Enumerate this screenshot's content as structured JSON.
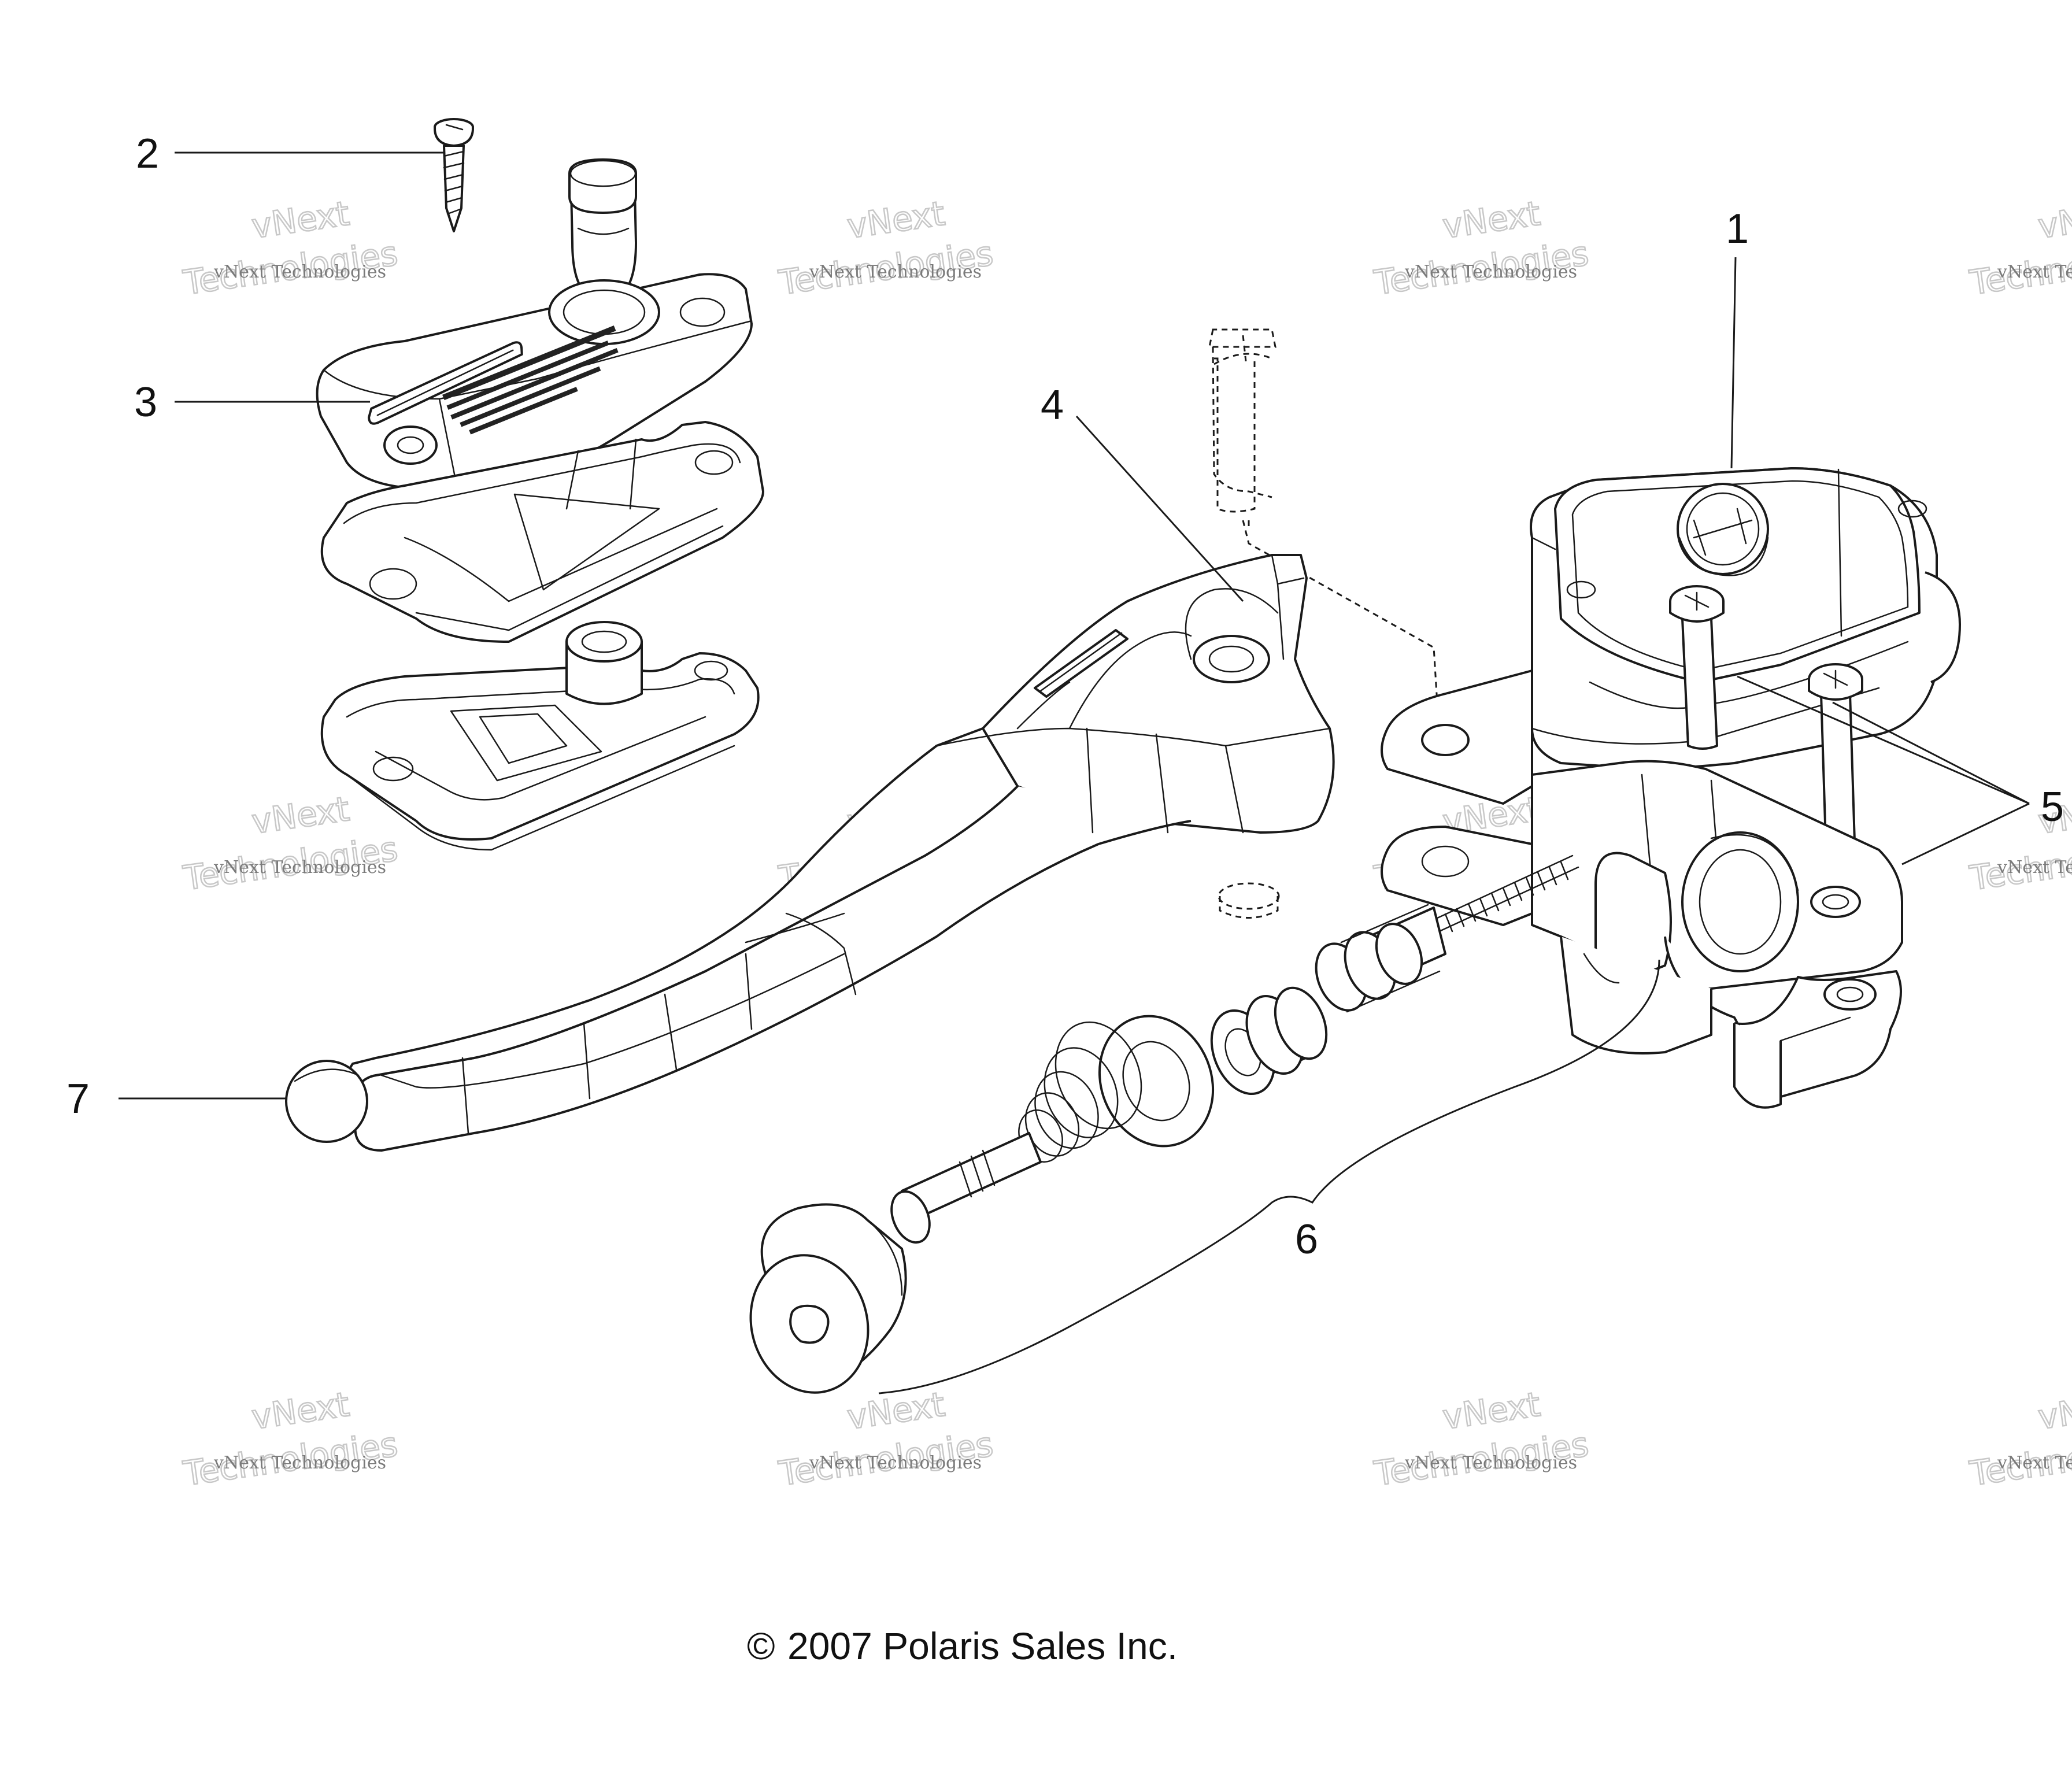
{
  "callouts": [
    {
      "id": "1",
      "label": "1"
    },
    {
      "id": "2",
      "label": "2"
    },
    {
      "id": "3",
      "label": "3"
    },
    {
      "id": "4",
      "label": "4"
    },
    {
      "id": "5",
      "label": "5"
    },
    {
      "id": "6",
      "label": "6"
    },
    {
      "id": "7",
      "label": "7"
    }
  ],
  "watermark": {
    "line_small": "vNext Technologies",
    "line_big_top": "vNext",
    "line_big_bottom": "Technologies"
  },
  "copyright": "2007 Polaris Sales Inc.",
  "copyright_symbol": "©"
}
